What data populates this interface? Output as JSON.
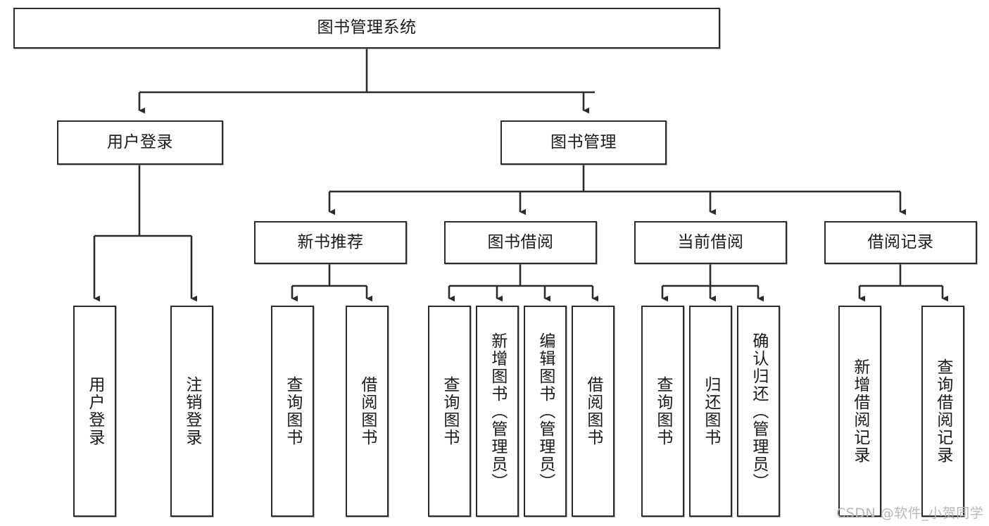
{
  "diagram": {
    "title": "图书管理系统",
    "type": "tree-hierarchy",
    "orientation": "top-down",
    "line_color": "#2b2b2b",
    "box_fill": "#ffffff",
    "text_color": "#1a1a1a",
    "nodes": {
      "root": {
        "label": "图书管理系统"
      },
      "level2": [
        {
          "label": "用户登录"
        },
        {
          "label": "图书管理"
        }
      ],
      "level3": [
        {
          "label": "新书推荐"
        },
        {
          "label": "图书借阅"
        },
        {
          "label": "当前借阅"
        },
        {
          "label": "借阅记录"
        }
      ],
      "leaves_user_login": [
        {
          "label": "用户登录"
        },
        {
          "label": "注销登录"
        }
      ],
      "leaves_new_book": [
        {
          "label": "查询图书"
        },
        {
          "label": "借阅图书"
        }
      ],
      "leaves_borrow": [
        {
          "label": "查询图书"
        },
        {
          "label": "新增图书（管理员）"
        },
        {
          "label": "编辑图书（管理员）"
        },
        {
          "label": "借阅图书"
        }
      ],
      "leaves_current": [
        {
          "label": "查询图书"
        },
        {
          "label": "归还图书"
        },
        {
          "label": "确认归还（管理员）"
        }
      ],
      "leaves_record": [
        {
          "label": "新增借阅记录"
        },
        {
          "label": "查询借阅记录"
        }
      ]
    }
  },
  "watermark": {
    "text": "CSDN @软件_小贺同学"
  }
}
